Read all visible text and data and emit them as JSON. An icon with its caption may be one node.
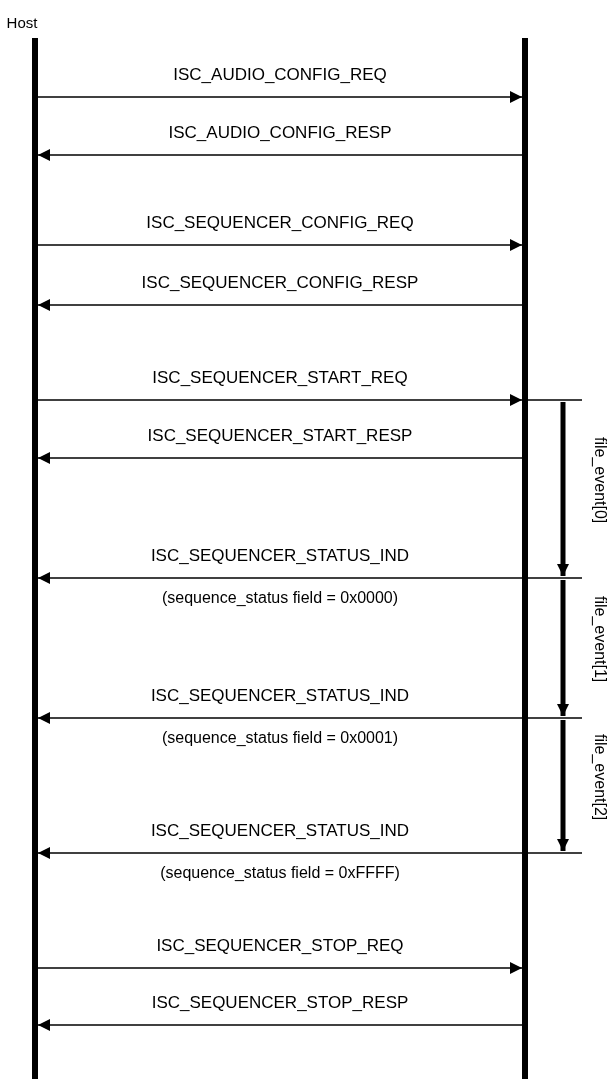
{
  "diagram": {
    "nodes": [
      {
        "text": [],
        "beside": [
          "Host"
        ],
        "shape": "bar"
      },
      {
        "text": [],
        "shape": "bar"
      }
    ],
    "edges": [
      {
        "from": 0,
        "to": 1,
        "arrow": "to",
        "label": "ISC_AUDIO_CONFIG_REQ"
      },
      {
        "from": 1,
        "to": 0,
        "arrow": "to",
        "label": "ISC_AUDIO_CONFIG_RESP"
      },
      {
        "from": 0,
        "to": 1,
        "arrow": "to",
        "label": "ISC_SEQUENCER_CONFIG_REQ"
      },
      {
        "from": 1,
        "to": 0,
        "arrow": "to",
        "label": "ISC_SEQUENCER_CONFIG_RESP"
      },
      {
        "from": 0,
        "to": 1,
        "arrow": "to",
        "label": "ISC_SEQUENCER_START_REQ"
      },
      {
        "from": 1,
        "to": 0,
        "arrow": "to",
        "label": "ISC_SEQUENCER_START_RESP"
      },
      {
        "from": 1,
        "to": 0,
        "arrow": "to",
        "label": "ISC_SEQUENCER_STATUS_IND"
      },
      {
        "from": 1,
        "to": 0,
        "arrow": "to",
        "label": "ISC_SEQUENCER_STATUS_IND"
      },
      {
        "from": 1,
        "to": 0,
        "arrow": "to",
        "label": "ISC_SEQUENCER_STATUS_IND"
      },
      {
        "from": 0,
        "to": 1,
        "arrow": "to",
        "label": "ISC_SEQUENCER_STOP_REQ"
      },
      {
        "from": 1,
        "to": 0,
        "arrow": "to",
        "label": "ISC_SEQUENCER_STOP_RESP"
      }
    ],
    "labels": [
      "(sequence_status field = 0x0000)",
      "(sequence_status field = 0x0001)",
      "(sequence_status field = 0xFFFF)",
      "file_event[0]",
      "file_event[1]",
      "file_event[2]"
    ]
  }
}
